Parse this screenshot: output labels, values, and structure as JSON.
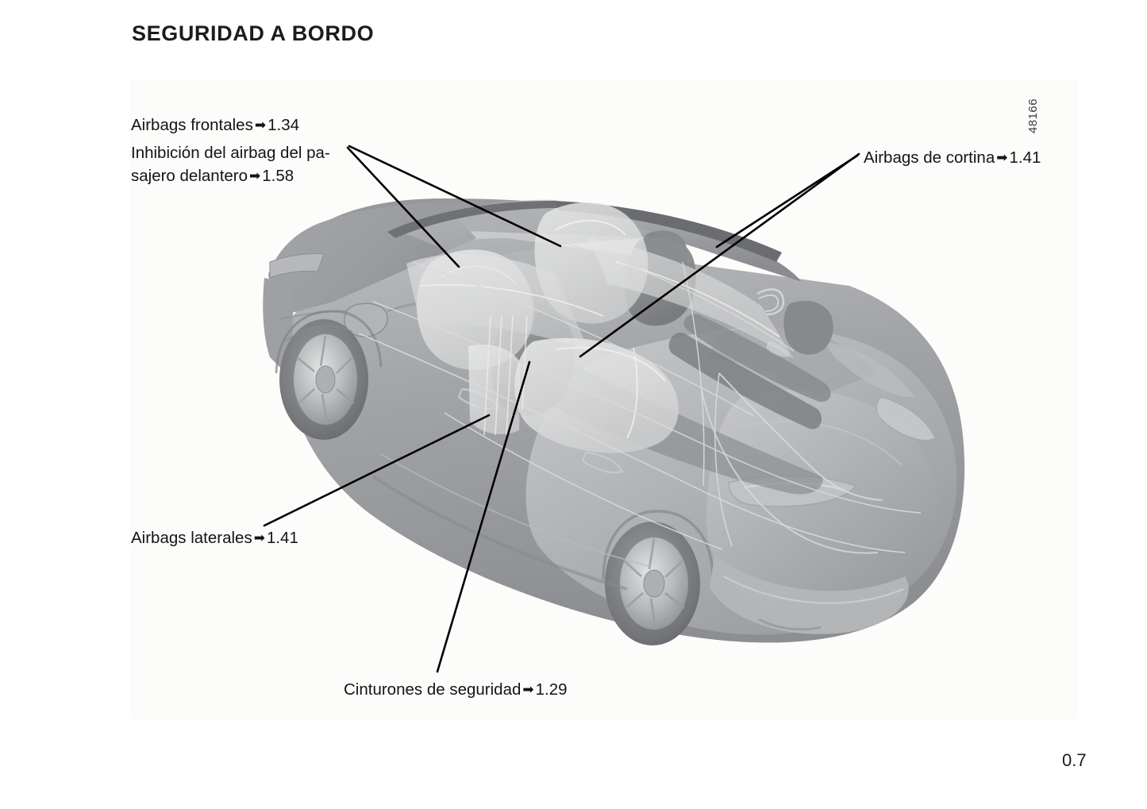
{
  "document": {
    "title": "SEGURIDAD A BORDO",
    "page_number": "0.7",
    "figure_reference": "48166"
  },
  "callouts": [
    {
      "id": "airbags-frontales",
      "text": "Airbags frontales",
      "arrow": "➡",
      "page_ref": "1.34",
      "full": "Airbags frontales ➡ 1.34"
    },
    {
      "id": "inhibicion-airbag-pasajero",
      "text": "Inhibición del airbag del pa-sajero delantero",
      "line1": "Inhibición del airbag del pa-",
      "line2": "sajero delantero",
      "arrow": "➡",
      "page_ref": "1.58",
      "full": "Inhibición del airbag del pasajero delantero ➡ 1.58"
    },
    {
      "id": "airbags-de-cortina",
      "text": "Airbags de cortina",
      "arrow": "➡",
      "page_ref": "1.41",
      "full": "Airbags de cortina ➡ 1.41"
    },
    {
      "id": "airbags-laterales",
      "text": "Airbags laterales",
      "arrow": "➡",
      "page_ref": "1.41",
      "full": "Airbags laterales ➡ 1.41"
    },
    {
      "id": "cinturones-de-seguridad",
      "text": "Cinturones de seguridad",
      "arrow": "➡",
      "page_ref": "1.29",
      "full": "Cinturones de seguridad ➡ 1.29"
    }
  ],
  "illustration": {
    "description": "Vista tridimensional en escala de grises de un automóvil con carrocería semitransparente mostrando la ubicación de los airbags y cinturones de seguridad",
    "colors": {
      "body_light": "#c9cacb",
      "body_mid": "#a9abad",
      "body_dark": "#7d7f82",
      "body_darkest": "#636568",
      "airbag_fill": "#dcdddd",
      "glass": "#b4b6b8",
      "leader_line": "#000000",
      "panel_background": "#fcfcfb"
    }
  }
}
